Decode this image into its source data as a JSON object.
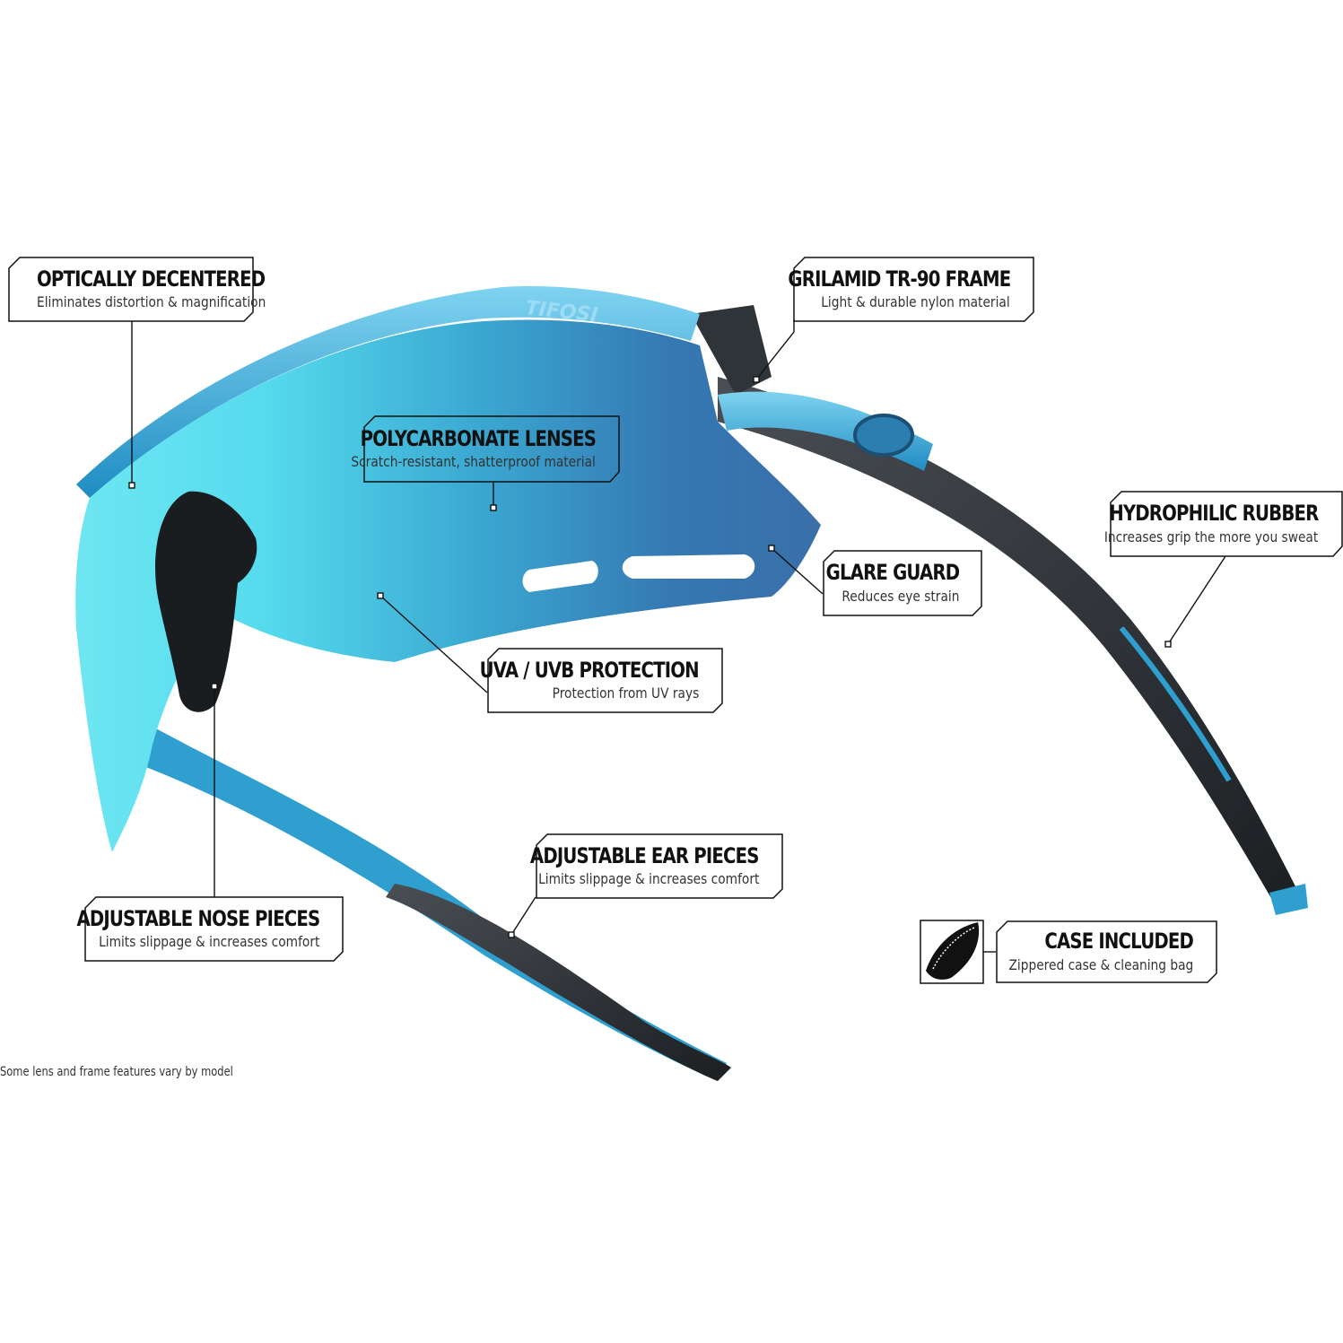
{
  "brand": {
    "logo_text": "TIFOSI",
    "lens_color": "#4ec8e6",
    "frame_color": "#2f9fd0",
    "rubber_color": "#2b2f33"
  },
  "callouts": {
    "optically_decentered": {
      "title": "OPTICALLY DECENTERED",
      "subtitle": "Eliminates distortion & magnification"
    },
    "grilamid_frame": {
      "title": "GRILAMID TR-90 FRAME",
      "subtitle": "Light & durable nylon material"
    },
    "polycarbonate_lenses": {
      "title": "POLYCARBONATE LENSES",
      "subtitle": "Scratch-resistant, shatterproof material"
    },
    "hydrophilic_rubber": {
      "title": "HYDROPHILIC RUBBER",
      "subtitle": "Increases grip the more you sweat"
    },
    "glare_guard": {
      "title": "GLARE GUARD",
      "subtitle": "Reduces eye strain"
    },
    "uv_protection": {
      "title": "UVA / UVB PROTECTION",
      "subtitle": "Protection from UV rays"
    },
    "ear_pieces": {
      "title": "ADJUSTABLE EAR PIECES",
      "subtitle": "Limits slippage & increases comfort"
    },
    "nose_pieces": {
      "title": "ADJUSTABLE NOSE PIECES",
      "subtitle": "Limits slippage & increases comfort"
    },
    "case_included": {
      "title": "CASE INCLUDED",
      "subtitle": "Zippered case & cleaning bag"
    }
  },
  "footnote": "Some lens and frame features vary by model"
}
